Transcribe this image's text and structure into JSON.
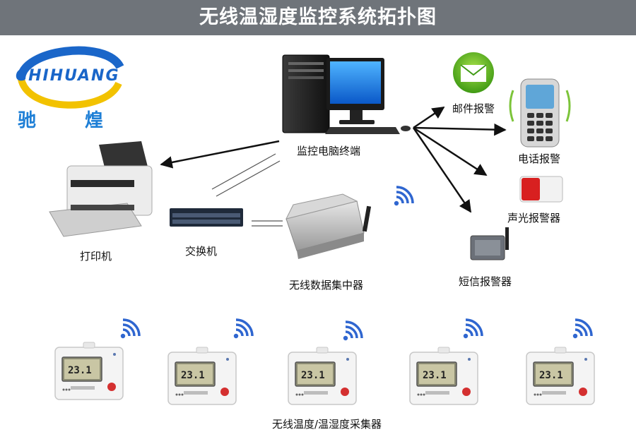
{
  "title": "无线温湿度监控系统拓扑图",
  "logo": {
    "latin": "CHIHUANG",
    "cn_left": "驰",
    "cn_right": "煌"
  },
  "nodes": {
    "computer": "监控电脑终端",
    "printer": "打印机",
    "switch": "交换机",
    "concentrator": "无线数据集中器",
    "email": "邮件报警",
    "phone": "电话报警",
    "siren": "声光报警器",
    "sms": "短信报警器",
    "collectors": "无线温度/温湿度采集器"
  },
  "device_reading": "23.1",
  "colors": {
    "title_bar": "#6f747a",
    "wifi": "#2f66d0",
    "logo_blue": "#1a66c9",
    "logo_yellow": "#f2c200"
  }
}
